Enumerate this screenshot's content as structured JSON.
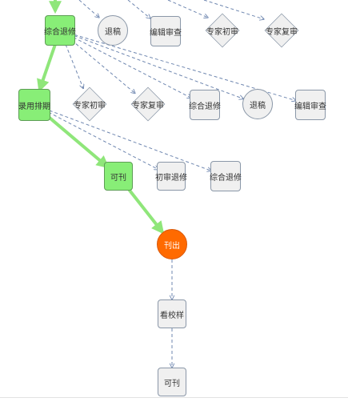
{
  "colors": {
    "done_fill": "#88ee77",
    "current_fill": "#ff6a00",
    "pending_fill": "#f0f0f0",
    "active_path": "#8fe67a",
    "option_path": "#6f87b0"
  },
  "nodes": [
    {
      "id": "n1",
      "label": "综合退修",
      "shape": "rect",
      "state": "done"
    },
    {
      "id": "n2",
      "label": "退稿",
      "shape": "circle",
      "state": "pending"
    },
    {
      "id": "n3",
      "label": "编辑审查",
      "shape": "rect",
      "state": "pending"
    },
    {
      "id": "n4",
      "label": "专家初审",
      "shape": "diamond",
      "state": "pending"
    },
    {
      "id": "n5",
      "label": "专家复审",
      "shape": "diamond",
      "state": "pending"
    },
    {
      "id": "n6",
      "label": "录用排期",
      "shape": "rect",
      "state": "done"
    },
    {
      "id": "n7",
      "label": "专家初审",
      "shape": "diamond",
      "state": "pending"
    },
    {
      "id": "n8",
      "label": "专家复审",
      "shape": "diamond",
      "state": "pending"
    },
    {
      "id": "n9",
      "label": "综合退修",
      "shape": "rect",
      "state": "pending"
    },
    {
      "id": "n10",
      "label": "退稿",
      "shape": "circle",
      "state": "pending"
    },
    {
      "id": "n11",
      "label": "编辑审查",
      "shape": "rect",
      "state": "pending"
    },
    {
      "id": "n12",
      "label": "可刊",
      "shape": "rect",
      "state": "done"
    },
    {
      "id": "n13",
      "label": "初审退修",
      "shape": "rect",
      "state": "pending"
    },
    {
      "id": "n14",
      "label": "综合退修",
      "shape": "rect",
      "state": "pending"
    },
    {
      "id": "n15",
      "label": "刊出",
      "shape": "circle",
      "state": "current"
    },
    {
      "id": "n16",
      "label": "看校样",
      "shape": "rect",
      "state": "pending"
    },
    {
      "id": "n17",
      "label": "可刊",
      "shape": "rect",
      "state": "pending"
    }
  ],
  "edges": [
    {
      "from": "n1",
      "to": "n6",
      "kind": "active"
    },
    {
      "from": "n6",
      "to": "n12",
      "kind": "active"
    },
    {
      "from": "n12",
      "to": "n15",
      "kind": "active"
    },
    {
      "from": "n1",
      "to": "n7",
      "kind": "option"
    },
    {
      "from": "n1",
      "to": "n8",
      "kind": "option"
    },
    {
      "from": "n1",
      "to": "n9",
      "kind": "option"
    },
    {
      "from": "n1",
      "to": "n10",
      "kind": "option"
    },
    {
      "from": "n1",
      "to": "n11",
      "kind": "option"
    },
    {
      "from": "n6",
      "to": "n13",
      "kind": "option"
    },
    {
      "from": "n6",
      "to": "n14",
      "kind": "option"
    },
    {
      "from": "n15",
      "to": "n16",
      "kind": "option"
    },
    {
      "from": "n16",
      "to": "n17",
      "kind": "option"
    }
  ]
}
